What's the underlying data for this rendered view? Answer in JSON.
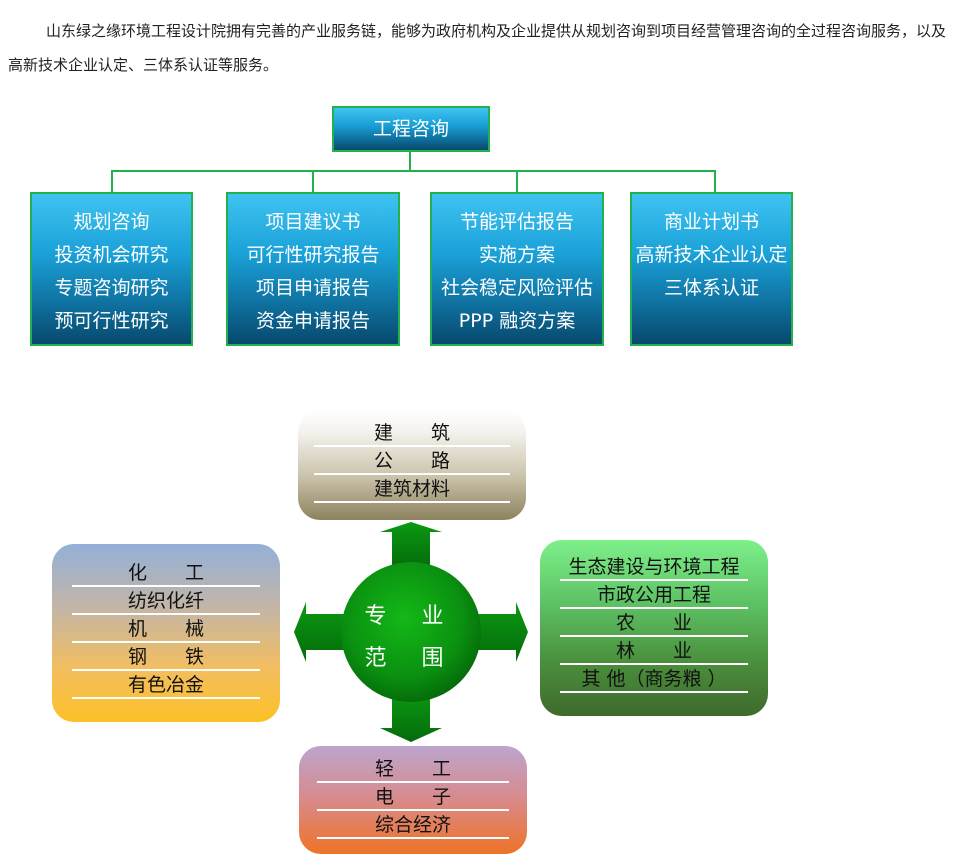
{
  "intro": "山东绿之缘环境工程设计院拥有完善的产业服务链，能够为政府机构及企业提供从规划咨询到项目经营管理咨询的全过程咨询服务，以及高新技术企业认定、三体系认证等服务。",
  "org_chart": {
    "root": "工程咨询",
    "branches": [
      {
        "items": [
          "规划咨询",
          "投资机会研究",
          "专题咨询研究",
          "预可行性研究"
        ]
      },
      {
        "items": [
          "项目建议书",
          "可行性研究报告",
          "项目申请报告",
          "资金申请报告"
        ]
      },
      {
        "items": [
          "节能评估报告",
          "实施方案",
          "社会稳定风险评估",
          "PPP 融资方案"
        ]
      },
      {
        "items": [
          "商业计划书",
          "高新技术企业认定",
          "三体系认证"
        ]
      }
    ]
  },
  "scope": {
    "center": [
      "专 业",
      "范 围"
    ],
    "top": [
      "建　　筑",
      "公　　路",
      "建筑材料"
    ],
    "left": [
      "化　　工",
      "纺织化纤",
      "机　　械",
      "钢　　铁",
      "有色冶金"
    ],
    "right": [
      "生态建设与环境工程",
      "市政公用工程",
      "农　　业",
      "林　　业",
      "其 他（商务粮 ）"
    ],
    "bottom": [
      "轻　　工",
      "电　　子",
      "综合经济"
    ]
  },
  "colors": {
    "node_border": "#22b24c",
    "node_fill": "#1aa1d8",
    "center_circle": "#0e9a10",
    "arrow": "#0c8a12"
  }
}
